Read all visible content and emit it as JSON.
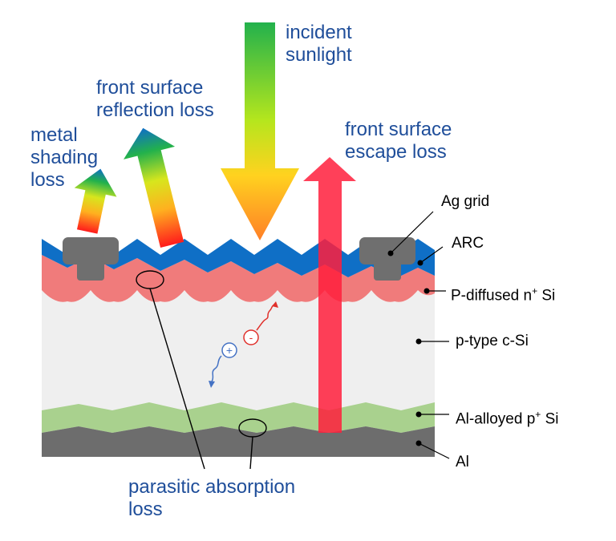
{
  "loss_labels": {
    "incident": [
      "incident",
      "sunlight"
    ],
    "reflection": [
      "front surface",
      "reflection loss"
    ],
    "shading": [
      "metal",
      "shading",
      "loss"
    ],
    "escape": [
      "front surface",
      "escape loss"
    ],
    "parasitic": [
      "parasitic absorption",
      "loss"
    ]
  },
  "layer_labels": {
    "ag_grid": "Ag grid",
    "arc": "ARC",
    "n_plus_prefix": "P-diffused n",
    "n_plus_sup": "+",
    "n_plus_suffix": " Si",
    "p_type": "p-type c-Si",
    "p_plus_prefix": "Al-alloyed p",
    "p_plus_sup": "+",
    "p_plus_suffix": " Si",
    "al": "Al"
  },
  "carriers": {
    "hole": "+",
    "electron": "-"
  },
  "colors": {
    "loss_text": "#1f4e9a",
    "arc": "#0f6fc6",
    "n_plus_si": "#f07b7b",
    "p_type_si": "#efefef",
    "p_plus_si": "#a9d18e",
    "al": "#6d6d6d",
    "ag_grid": "#6f6f6f",
    "escape_arrow": "#ff1e3c",
    "hole": "#4472c4",
    "electron": "#e0302b"
  }
}
